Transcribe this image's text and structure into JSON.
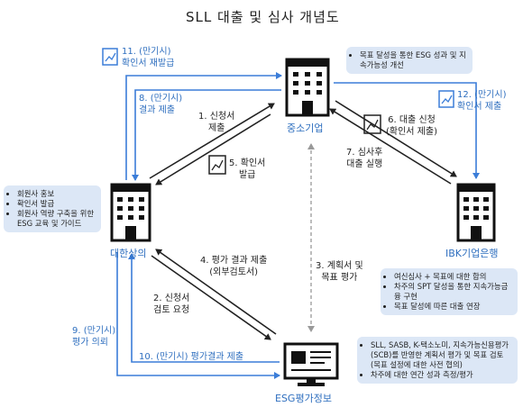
{
  "title": "SLL 대출 및 심사 개념도",
  "nodes": {
    "sme": "중소기업",
    "kcci": "대한상의",
    "ibk": "IBK기업은행",
    "esg": "ESG평가정보"
  },
  "steps": {
    "s1_a": "1. 신청서",
    "s1_b": "제출",
    "s2_a": "2. 신청서",
    "s2_b": "검토 요청",
    "s3_a": "3. 계획서 및",
    "s3_b": "목표 평가",
    "s4_a": "4. 평가 결과 제출",
    "s4_b": "(외부검토서)",
    "s5_a": "5. 확인서",
    "s5_b": "발급",
    "s6_a": "6. 대출 신청",
    "s6_b": "(확인서 제출)",
    "s7_a": "7. 심사후",
    "s7_b": "대출 실행",
    "s8_a": "8. (만기시)",
    "s8_b": "결과 제출",
    "s9_a": "9. (만기시)",
    "s9_b": "평가 의뢰",
    "s10": "10. (만기시) 평가결과 제출",
    "s11_a": "11. (만기시)",
    "s11_b": "확인서 재발급",
    "s12_a": "12. (만기시)",
    "s12_b": "확인서 제출"
  },
  "bubbles": {
    "sme": [
      "목표 달성을 통한 ESG 성과 및 지속가능성 개선"
    ],
    "kcci": [
      "회원사 홍보",
      "확인서 발급",
      "회원사 역량 구축을 위한 ESG 교육 및 가이드"
    ],
    "ibk": [
      "여신심사 + 목표에 대한 합의",
      "차주의 SPT 달성을 통한 지속가능금융 구현",
      "목표 달성에 따른 대출 연장"
    ],
    "esg": [
      "SLL, SASB, K-택소노미, 지속가능신용평가(SCB)를 반영한 계획서 평가 및 목표 검토 (목표 설정에 대한 사전 협의)",
      "차주에 대한 연간 성과 측정/평가"
    ]
  },
  "colors": {
    "accent_blue": "#2f6fbf",
    "bubble_bg": "#dce7f6",
    "arrow_dark": "#222222",
    "dashed_gray": "#999999"
  }
}
